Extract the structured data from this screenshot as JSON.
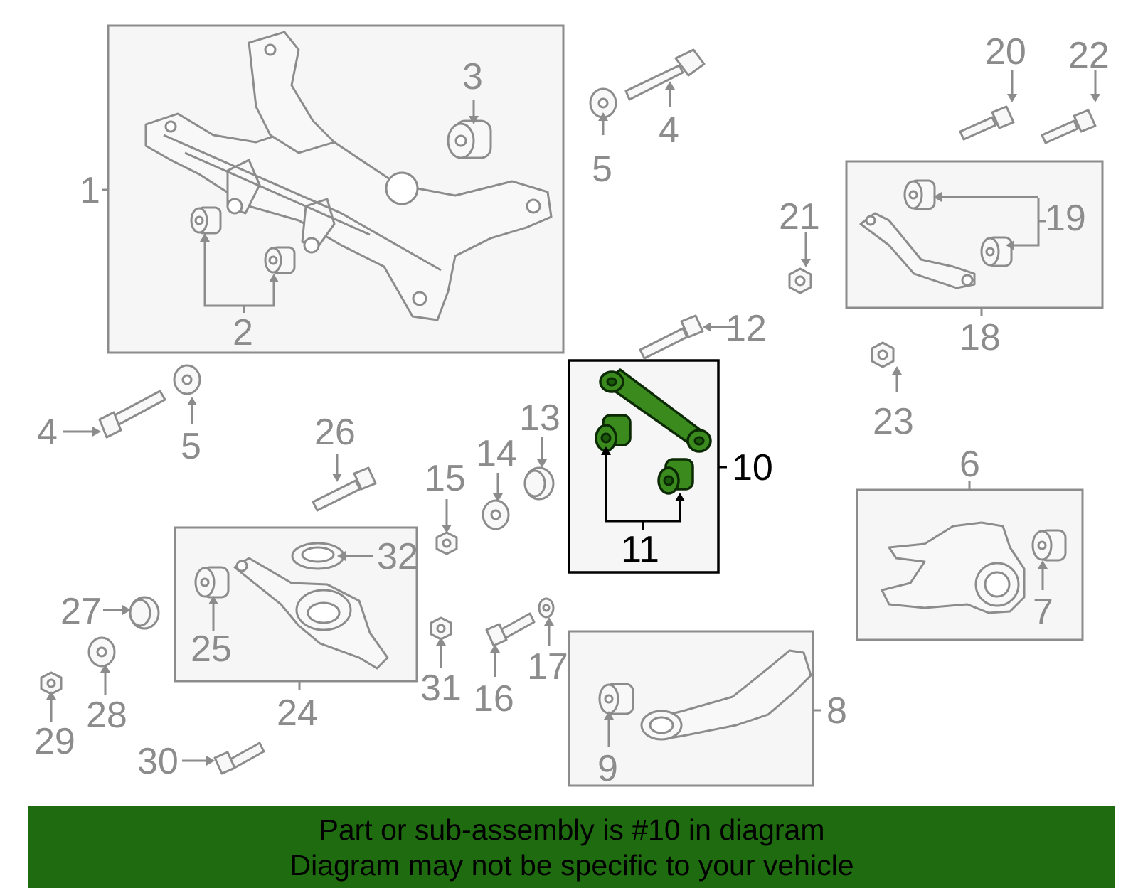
{
  "banner": {
    "line1": "Part or sub-assembly is #10 in diagram",
    "line2": "Diagram may not be specific to your vehicle"
  },
  "colors": {
    "banner_bg": "#1e6b10",
    "highlight_part": "#3a8a1e",
    "callout_gray": "#8c8c8c"
  },
  "highlighted_part": "10",
  "callouts": {
    "c1": "1",
    "c2": "2",
    "c3": "3",
    "c4a": "4",
    "c5a": "5",
    "c4b": "4",
    "c5b": "5",
    "c6": "6",
    "c7": "7",
    "c8": "8",
    "c9": "9",
    "c10": "10",
    "c11": "11",
    "c12": "12",
    "c13": "13",
    "c14": "14",
    "c15": "15",
    "c16": "16",
    "c17": "17",
    "c18": "18",
    "c19": "19",
    "c20": "20",
    "c21": "21",
    "c22": "22",
    "c23": "23",
    "c24": "24",
    "c25": "25",
    "c26": "26",
    "c27": "27",
    "c28": "28",
    "c29": "29",
    "c30": "30",
    "c31": "31",
    "c32": "32"
  }
}
